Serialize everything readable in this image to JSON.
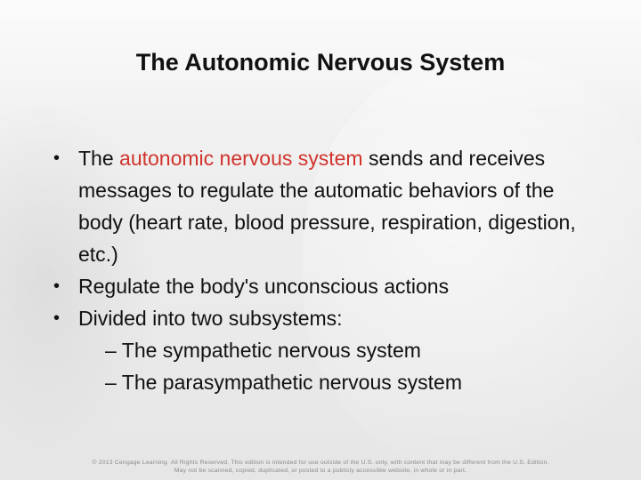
{
  "slide": {
    "title": "The Autonomic Nervous System",
    "bullets": [
      {
        "marker": "•",
        "lead": "The ",
        "highlight": "autonomic nervous system",
        "rest_line1": " sends and",
        "continuation": "receives messages to regulate the automatic behaviors of the body (heart rate, blood pressure, respiration, digestion, etc.)"
      },
      {
        "marker": "•",
        "text": "Regulate the body's unconscious actions"
      },
      {
        "marker": "•",
        "text": "Divided into two subsystems:",
        "subitems": [
          {
            "dash": "–",
            "text": "The sympathetic nervous system"
          },
          {
            "dash": "–",
            "text": "The parasympathetic nervous system"
          }
        ]
      }
    ],
    "highlight_color": "#d0342c",
    "footer_line1": "© 2013 Cengage Learning. All Rights Reserved. This edition is intended for use outside of the U.S. only, with content that may be different from the U.S. Edition.",
    "footer_line2": "May not be scanned, copied, duplicated, or posted to a publicly accessible website, in whole or in part."
  }
}
